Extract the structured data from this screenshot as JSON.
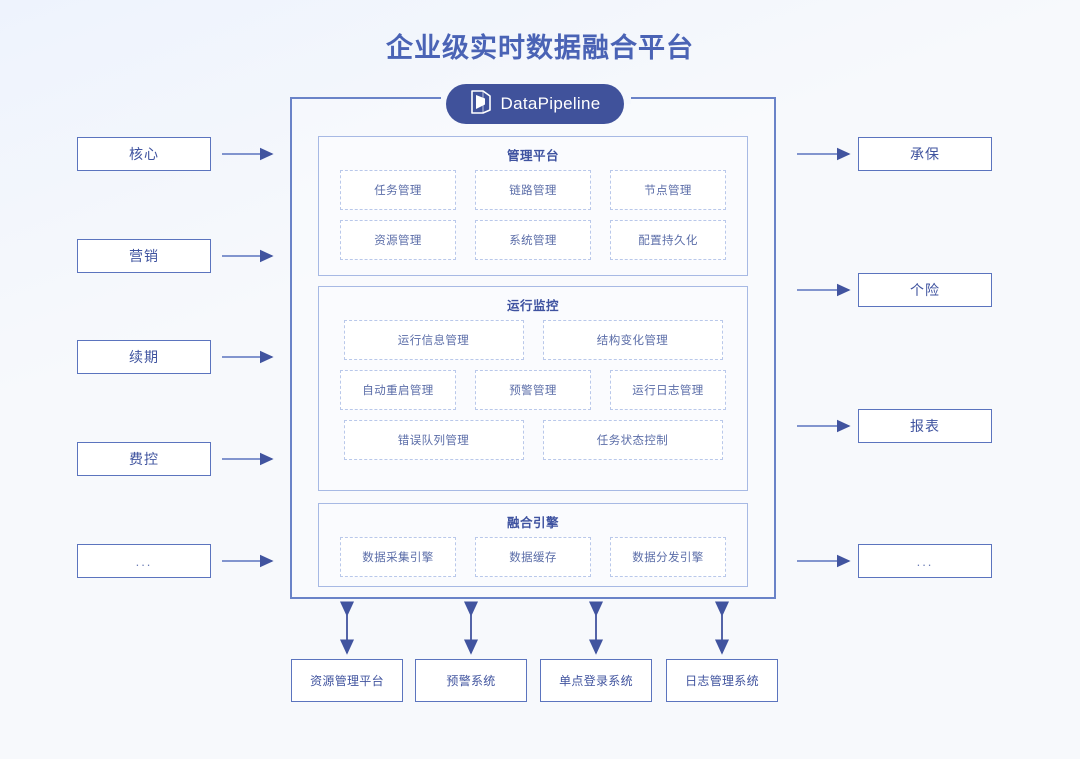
{
  "title": "企业级实时数据融合平台",
  "brand": {
    "name": "DataPipeline",
    "logo_icon": "datapipeline-prism-icon",
    "badge_color": "#40529b",
    "text_color": "#ffffff"
  },
  "theme": {
    "background": "#f6f8fd",
    "accent": "#4a63b5",
    "frame_border": "#6a83c8",
    "section_border": "#a7b9e4",
    "cell_border_dashed": "#b9c8ea",
    "box_border": "#5b74be",
    "text_primary": "#3f539f",
    "text_muted": "#5b6da8"
  },
  "left_inputs": [
    {
      "label": "核心"
    },
    {
      "label": "营销"
    },
    {
      "label": "续期"
    },
    {
      "label": "费控"
    },
    {
      "label": "..."
    }
  ],
  "right_outputs": [
    {
      "label": "承保"
    },
    {
      "label": "个险"
    },
    {
      "label": "报表"
    },
    {
      "label": "..."
    }
  ],
  "sections": [
    {
      "title": "管理平台",
      "rows": [
        [
          "任务管理",
          "链路管理",
          "节点管理"
        ],
        [
          "资源管理",
          "系统管理",
          "配置持久化"
        ]
      ]
    },
    {
      "title": "运行监控",
      "rows": [
        [
          "运行信息管理",
          "结构变化管理"
        ],
        [
          "自动重启管理",
          "预警管理",
          "运行日志管理"
        ],
        [
          "错误队列管理",
          "任务状态控制"
        ]
      ]
    },
    {
      "title": "融合引擎",
      "rows": [
        [
          "数据采集引擎",
          "数据缓存",
          "数据分发引擎"
        ]
      ]
    }
  ],
  "bottom_systems": [
    {
      "label": "资源管理平台"
    },
    {
      "label": "预警系统"
    },
    {
      "label": "单点登录系统"
    },
    {
      "label": "日志管理系统"
    }
  ]
}
